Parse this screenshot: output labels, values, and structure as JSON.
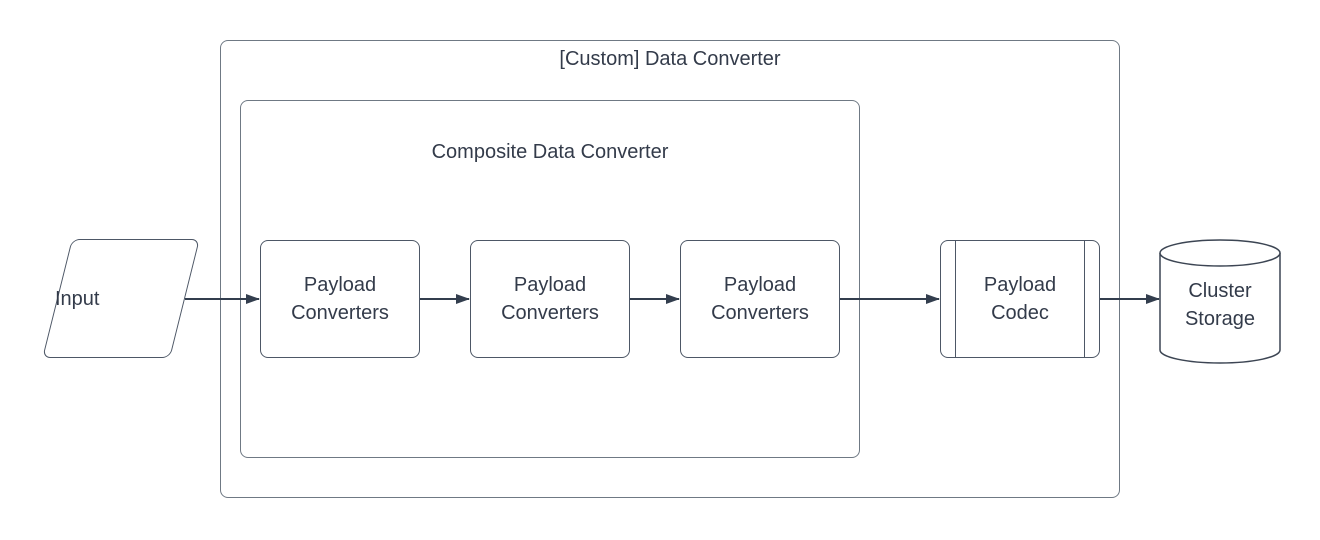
{
  "outer_container": {
    "title": "[Custom] Data Converter"
  },
  "inner_container": {
    "title": "Composite Data Converter"
  },
  "input": {
    "label": "Input"
  },
  "converters": [
    {
      "label": "Payload Converters"
    },
    {
      "label": "Payload Converters"
    },
    {
      "label": "Payload Converters"
    }
  ],
  "codec": {
    "label": "Payload Codec"
  },
  "storage": {
    "label": "Cluster Storage"
  },
  "colors": {
    "background": "#ffffff",
    "shape_fill": "#ffffff",
    "shape_stroke": "#4d5766",
    "container_stroke": "#6f7984",
    "arrow": "#333e4e",
    "text": "#333b4a"
  }
}
